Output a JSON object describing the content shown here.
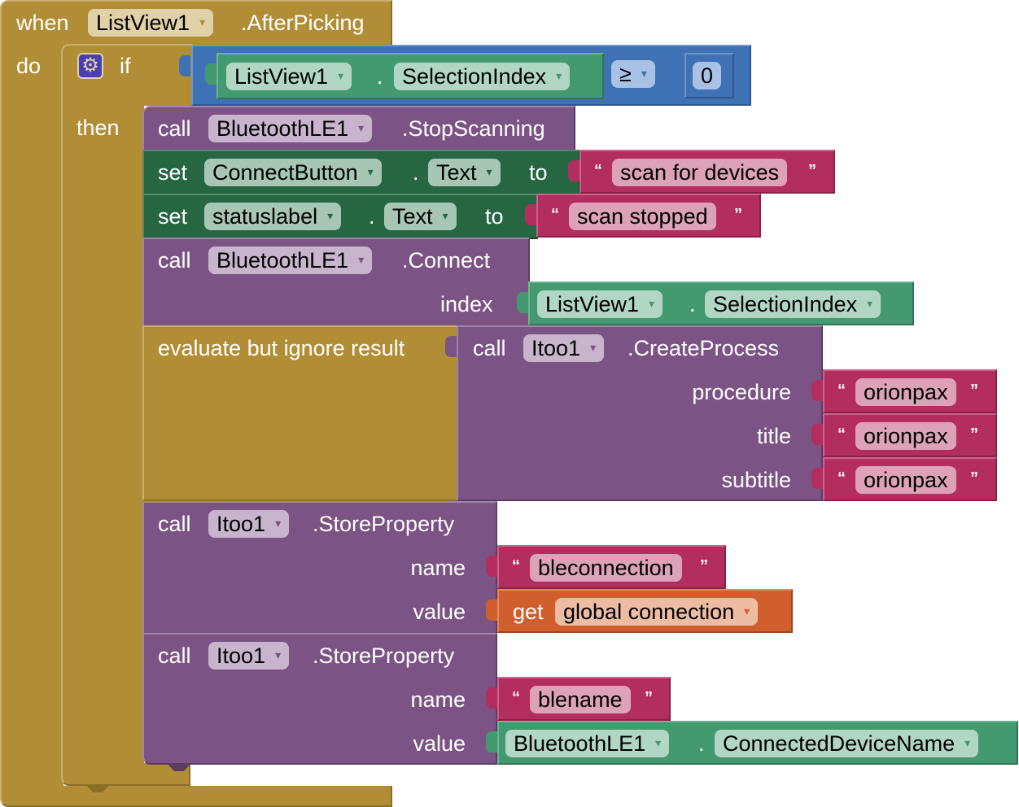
{
  "event": {
    "when_label": "when",
    "component": "ListView1",
    "event_name": ".AfterPicking",
    "do_label": "do"
  },
  "if_block": {
    "if_label": "if",
    "then_label": "then",
    "mutator_icon": "gear-icon",
    "condition": {
      "component": "ListView1",
      "dot": ".",
      "property": "SelectionIndex",
      "operator": "≥",
      "value": "0"
    }
  },
  "statements": {
    "stop_scanning": {
      "call_label": "call",
      "component": "BluetoothLE1",
      "method": ".StopScanning"
    },
    "set_connect_button": {
      "set_label": "set",
      "component": "ConnectButton",
      "dot": ".",
      "property": "Text",
      "to_label": "to",
      "open_quote": "“",
      "value": "scan for devices",
      "close_quote": "”"
    },
    "set_status_label": {
      "set_label": "set",
      "component": "statuslabel",
      "dot": ".",
      "property": "Text",
      "to_label": "to",
      "open_quote": "“",
      "value": "scan stopped",
      "close_quote": "”"
    },
    "connect": {
      "call_label": "call",
      "component": "BluetoothLE1",
      "method": ".Connect",
      "arg_label": "index",
      "arg_component": "ListView1",
      "arg_dot": ".",
      "arg_property": "SelectionIndex"
    },
    "evaluate": {
      "label": "evaluate but ignore result",
      "call_label": "call",
      "component": "Itoo1",
      "method": ".CreateProcess",
      "args": [
        {
          "label": "procedure",
          "open_quote": "“",
          "value": "orionpax",
          "close_quote": "”"
        },
        {
          "label": "title",
          "open_quote": "“",
          "value": "orionpax",
          "close_quote": "”"
        },
        {
          "label": "subtitle",
          "open_quote": "“",
          "value": "orionpax",
          "close_quote": "”"
        }
      ]
    },
    "store_connection": {
      "call_label": "call",
      "component": "Itoo1",
      "method": ".StoreProperty",
      "name_label": "name",
      "name_open_quote": "“",
      "name_value": "bleconnection",
      "name_close_quote": "”",
      "value_label": "value",
      "get_label": "get",
      "variable": "global connection"
    },
    "store_name": {
      "call_label": "call",
      "component": "Itoo1",
      "method": ".StoreProperty",
      "name_label": "name",
      "name_open_quote": "“",
      "name_value": "blename",
      "name_close_quote": "”",
      "value_label": "value",
      "value_component": "BluetoothLE1",
      "value_dot": ".",
      "value_property": "ConnectedDeviceName"
    }
  },
  "dropdown_arrow": "▾",
  "colors": {
    "control": "#B18E35",
    "logic": "#3F71B5",
    "component_method": "#7C5385",
    "component_setter": "#266643",
    "component_getter": "#439970",
    "text": "#B32D5E",
    "variable": "#D05F2D"
  }
}
